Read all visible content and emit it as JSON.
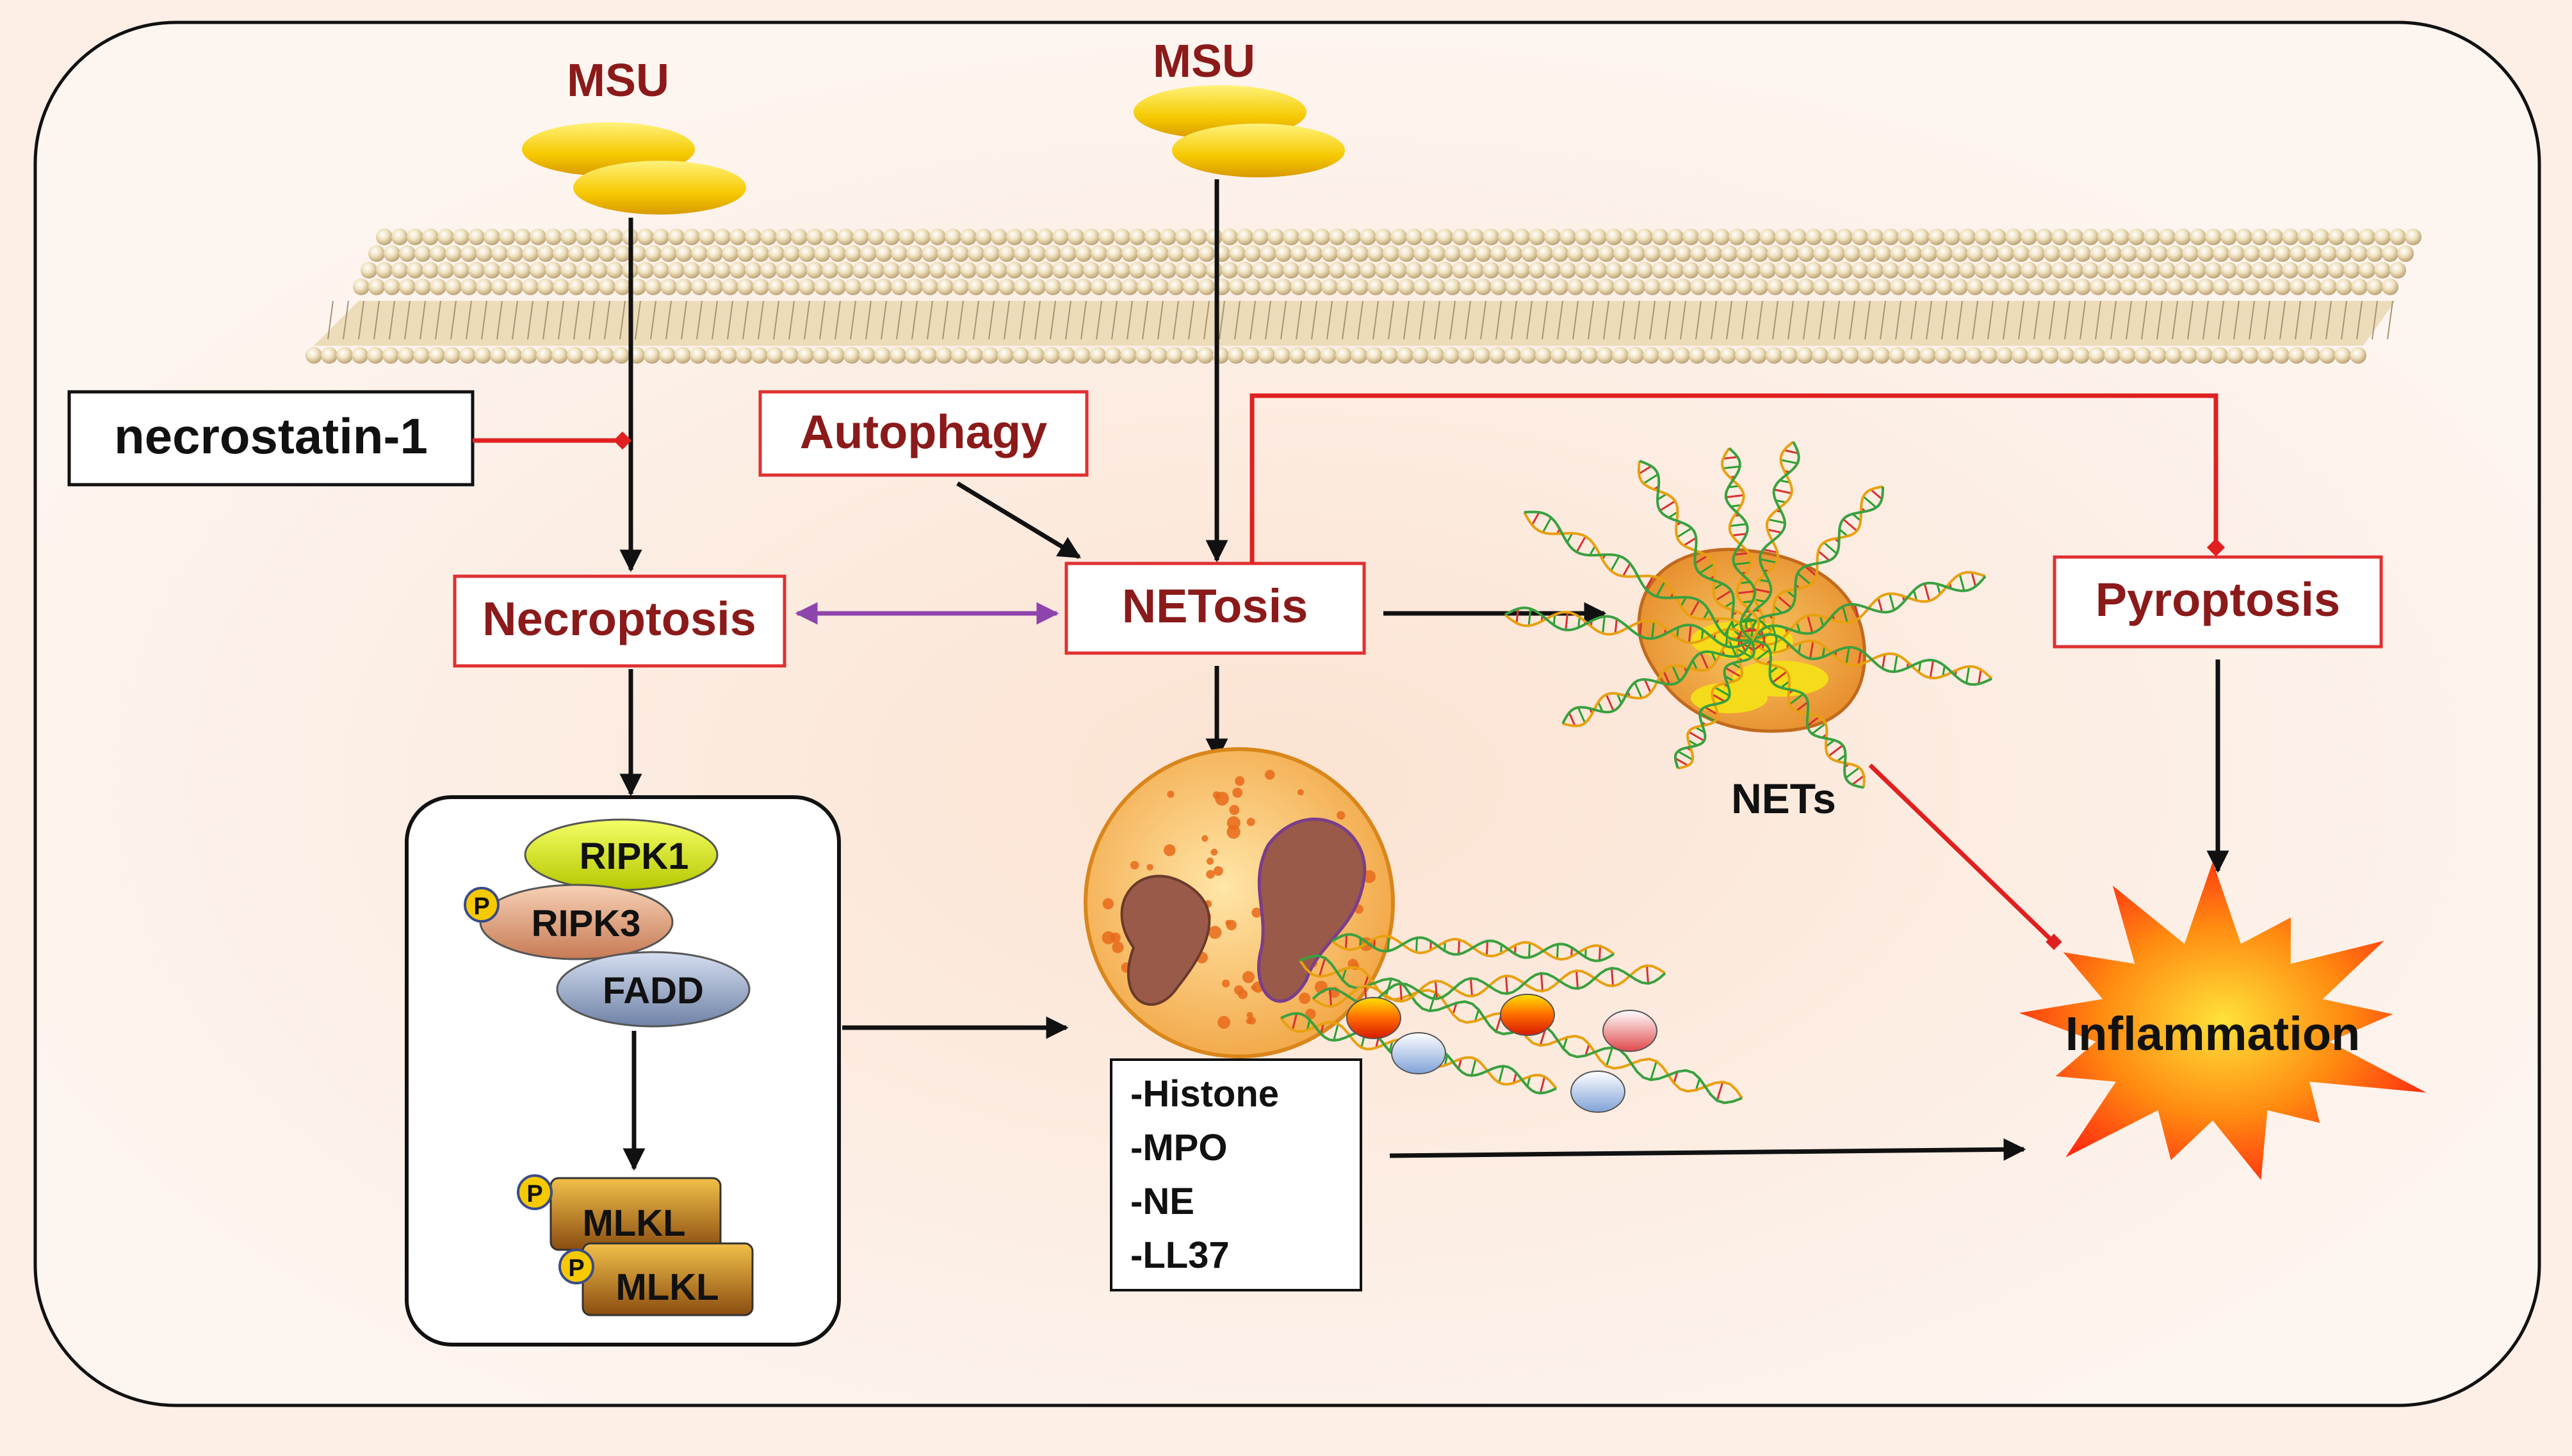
{
  "msu": {
    "left_label": "MSU",
    "right_label": "MSU"
  },
  "inhibitor": {
    "label": "necrostatin-1"
  },
  "processes": {
    "autophagy": "Autophagy",
    "necroptosis": "Necroptosis",
    "netosis": "NETosis",
    "pyroptosis": "Pyroptosis"
  },
  "complex": {
    "ripk1": "RIPK1",
    "ripk3": "RIPK3",
    "fadd": "FADD",
    "mlkl_1": "MLKL",
    "mlkl_2": "MLKL",
    "phospho": "P"
  },
  "nets": {
    "label": "NETs"
  },
  "components": {
    "items": [
      "-Histone",
      "-MPO",
      "-NE",
      "-LL37"
    ]
  },
  "outcome": {
    "label": "Inflammation"
  },
  "colors": {
    "box_border_red": "#e03030",
    "text_dark_red": "#8b1a1a",
    "arrow_black": "#111111",
    "inhibit_red": "#e02020",
    "bidirectional_purple": "#8e44ad",
    "msu_yellow": "#f5cc00",
    "membrane": "#d9c49a"
  },
  "icons": {
    "msu_crystals": "msu-crystal-icon",
    "cell_membrane": "lipid-bilayer-icon",
    "neutrophil": "neutrophil-icon",
    "dna": "dna-strand-icon",
    "burst": "inflammation-burst-icon"
  }
}
